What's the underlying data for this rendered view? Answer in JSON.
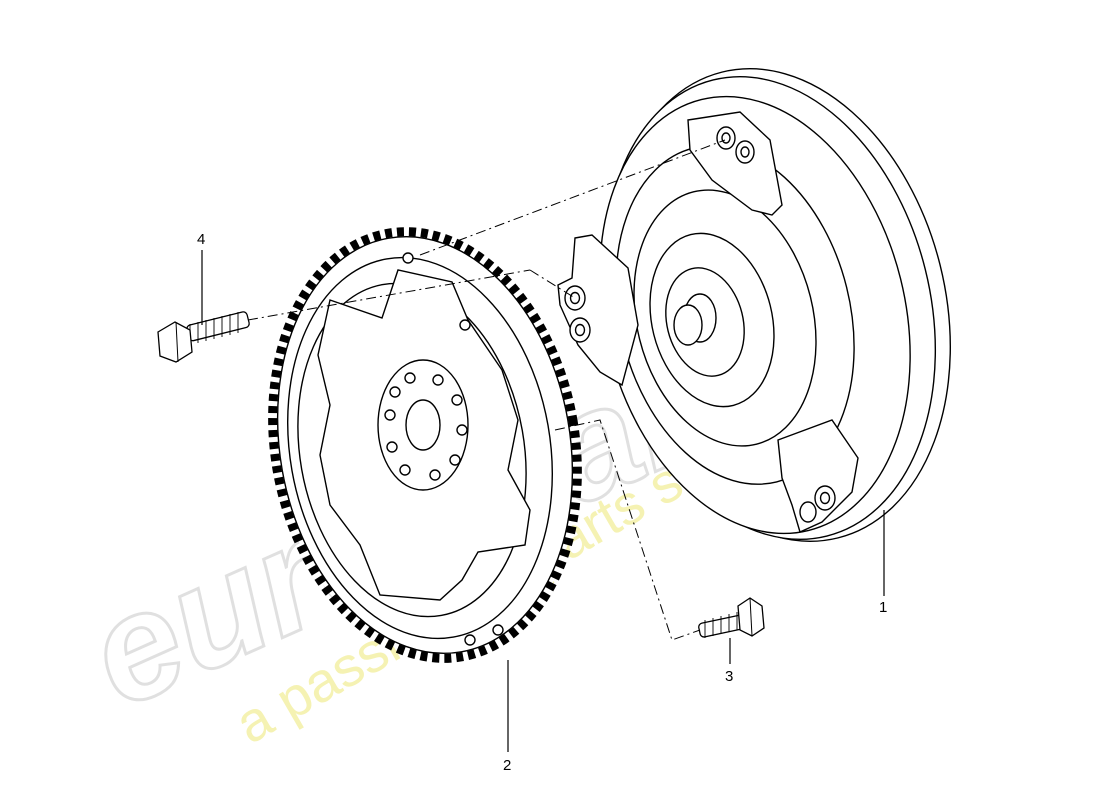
{
  "diagram": {
    "callouts": [
      {
        "id": "1",
        "text": "1"
      },
      {
        "id": "2",
        "text": "2"
      },
      {
        "id": "3",
        "text": "3"
      },
      {
        "id": "4",
        "text": "4"
      }
    ]
  },
  "watermark": {
    "brand": "eurospares",
    "tagline": "a passion for parts since 1985"
  },
  "colors": {
    "line": "#000000",
    "background": "#ffffff",
    "watermark_outline": "#d6d6d6",
    "watermark_tagline": "#f2ee9a"
  }
}
